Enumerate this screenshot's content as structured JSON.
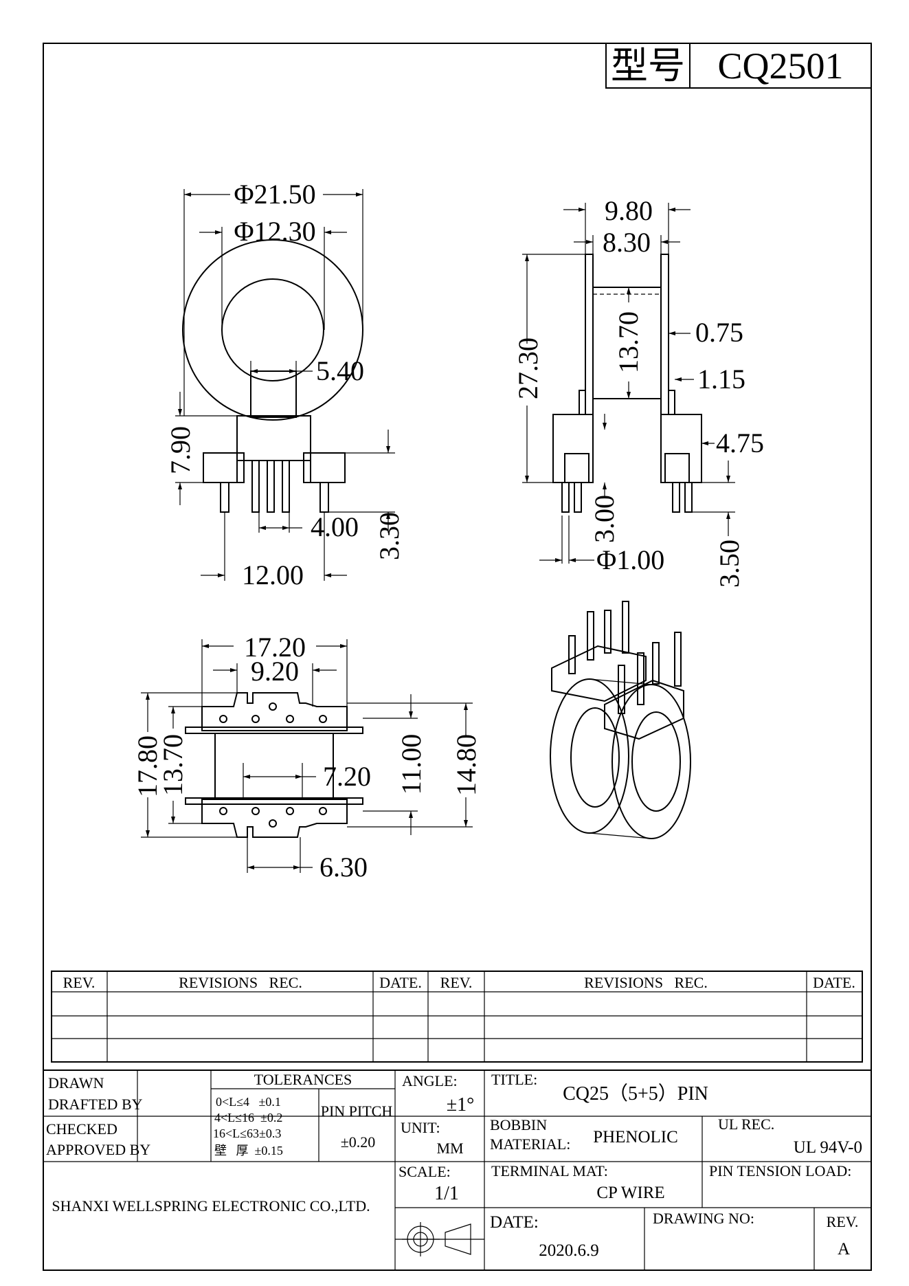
{
  "header": {
    "model_label": "型号",
    "model_value": "CQ2501"
  },
  "dims": {
    "d_outer": "Φ21.50",
    "d_inner": "Φ12.30",
    "d_540": "5.40",
    "d_790": "7.90",
    "d_400": "4.00",
    "d_330": "3.30",
    "d_1200": "12.00",
    "d_980": "9.80",
    "d_830": "8.30",
    "d_2730": "27.30",
    "d_1370": "13.70",
    "d_075": "0.75",
    "d_115": "1.15",
    "d_475": "4.75",
    "d_300": "3.00",
    "d_pin": "Φ1.00",
    "d_350": "3.50",
    "d_1720": "17.20",
    "d_920": "9.20",
    "d_1780": "17.80",
    "d_1370b": "13.70",
    "d_720": "7.20",
    "d_1100": "11.00",
    "d_1480": "14.80",
    "d_630": "6.30"
  },
  "revisions": {
    "rev": "REV.",
    "rec": "REVISIONS   REC.",
    "date": "DATE."
  },
  "title_block": {
    "drawn": "DRAWN",
    "drafted_by": "DRAFTED BY",
    "checked": "CHECKED",
    "approved_by": "APPROVED BY",
    "tolerances": "TOLERANCES",
    "tol_1": "0<L≤4   ±0.1",
    "tol_2": "4<L≤16  ±0.2",
    "tol_3": "16<L≤63±0.3",
    "tol_4": "壁   厚  ±0.15",
    "pin_pitch": "PIN PITCH",
    "pin_pitch_val": "±0.20",
    "angle": "ANGLE:",
    "angle_val": "±1°",
    "unit": "UNIT:",
    "unit_val": "MM",
    "scale": "SCALE:",
    "scale_val": "1/1",
    "title_label": "TITLE:",
    "title_val": "CQ25（5+5）PIN",
    "bobbin": "BOBBIN",
    "material": "MATERIAL:",
    "material_val": "PHENOLIC",
    "ul_rec": "UL REC.",
    "ul_val": "UL 94V-0",
    "terminal_mat": "TERMINAL MAT:",
    "terminal_val": "CP WIRE",
    "pin_tension": "PIN TENSION LOAD:",
    "date_label": "DATE:",
    "date_val": "2020.6.9",
    "drawing_no": "DRAWING NO:",
    "rev_label": "REV.",
    "rev_val": "A",
    "company": "SHANXI WELLSPRING ELECTRONIC CO.,LTD."
  }
}
